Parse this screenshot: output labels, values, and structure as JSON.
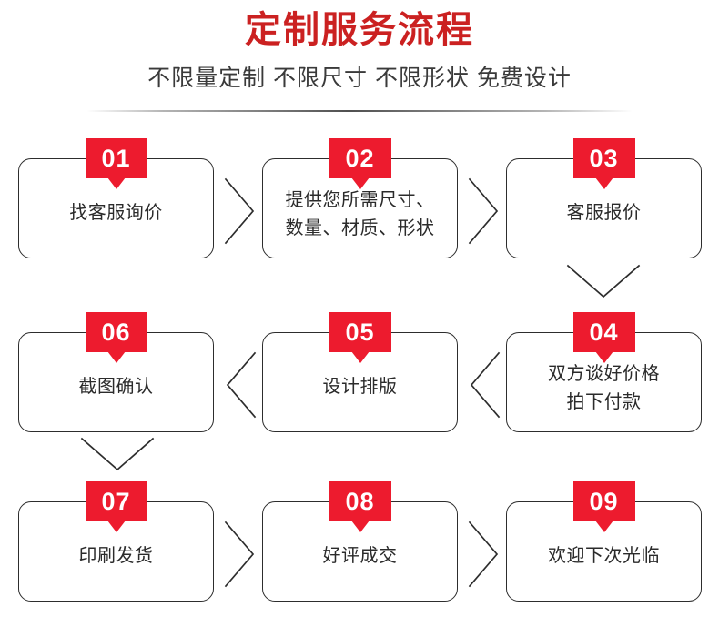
{
  "header": {
    "title": "定制服务流程",
    "subtitle": "不限量定制 不限尺寸 不限形状 免费设计"
  },
  "colors": {
    "title_red": "#cb2121",
    "badge_red": "#ed1b2e",
    "box_border": "#2d2d2d",
    "text": "#2b2b2b",
    "background": "#ffffff"
  },
  "flow": {
    "steps": [
      {
        "number": "01",
        "label": "找客服询价",
        "lines": 1
      },
      {
        "number": "02",
        "label": "提供您所需尺寸、\n数量、材质、形状",
        "lines": 2
      },
      {
        "number": "03",
        "label": "客服报价",
        "lines": 1
      },
      {
        "number": "04",
        "label": "双方谈好价格\n拍下付款",
        "lines": 2
      },
      {
        "number": "05",
        "label": "设计排版",
        "lines": 1
      },
      {
        "number": "06",
        "label": "截图确认",
        "lines": 1
      },
      {
        "number": "07",
        "label": "印刷发货",
        "lines": 1
      },
      {
        "number": "08",
        "label": "好评成交",
        "lines": 1
      },
      {
        "number": "09",
        "label": "欢迎下次光临",
        "lines": 1
      }
    ],
    "connectors": [
      {
        "name": "connector-01-to-02",
        "direction": "right"
      },
      {
        "name": "connector-02-to-03",
        "direction": "right"
      },
      {
        "name": "connector-03-to-04",
        "direction": "down"
      },
      {
        "name": "connector-04-to-05",
        "direction": "left"
      },
      {
        "name": "connector-05-to-06",
        "direction": "left"
      },
      {
        "name": "connector-06-to-07",
        "direction": "down"
      },
      {
        "name": "connector-07-to-08",
        "direction": "right"
      },
      {
        "name": "connector-08-to-09",
        "direction": "right"
      }
    ]
  }
}
